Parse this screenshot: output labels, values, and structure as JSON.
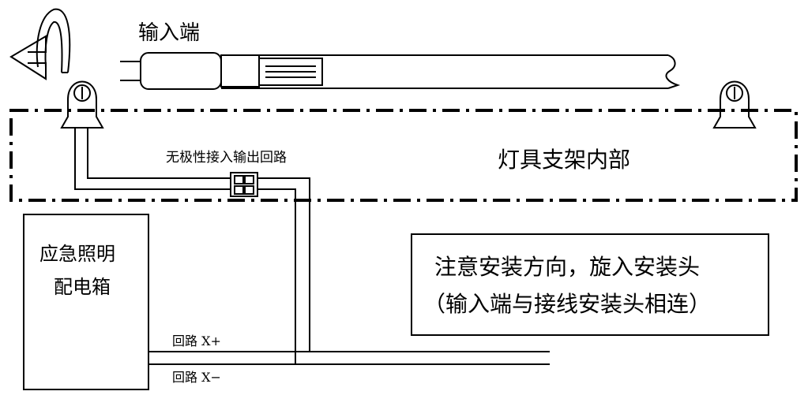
{
  "labels": {
    "input_end": "输入端",
    "nonpolar_loop": "无极性接入输出回路",
    "fixture_inside": "灯具支架内部",
    "box_line1": "应急照明",
    "box_line2": "配电箱",
    "note_line1": "注意安装方向，旋入安装头",
    "note_line2": "（输入端与接线安装头相连）",
    "loop_plus": "回路 X+",
    "loop_minus": "回路 X−"
  },
  "icons": {
    "rotate": "rotate-arrow-icon",
    "holder_left": "lamp-holder-icon",
    "holder_right": "lamp-holder-icon",
    "connector": "terminal-connector-icon"
  }
}
